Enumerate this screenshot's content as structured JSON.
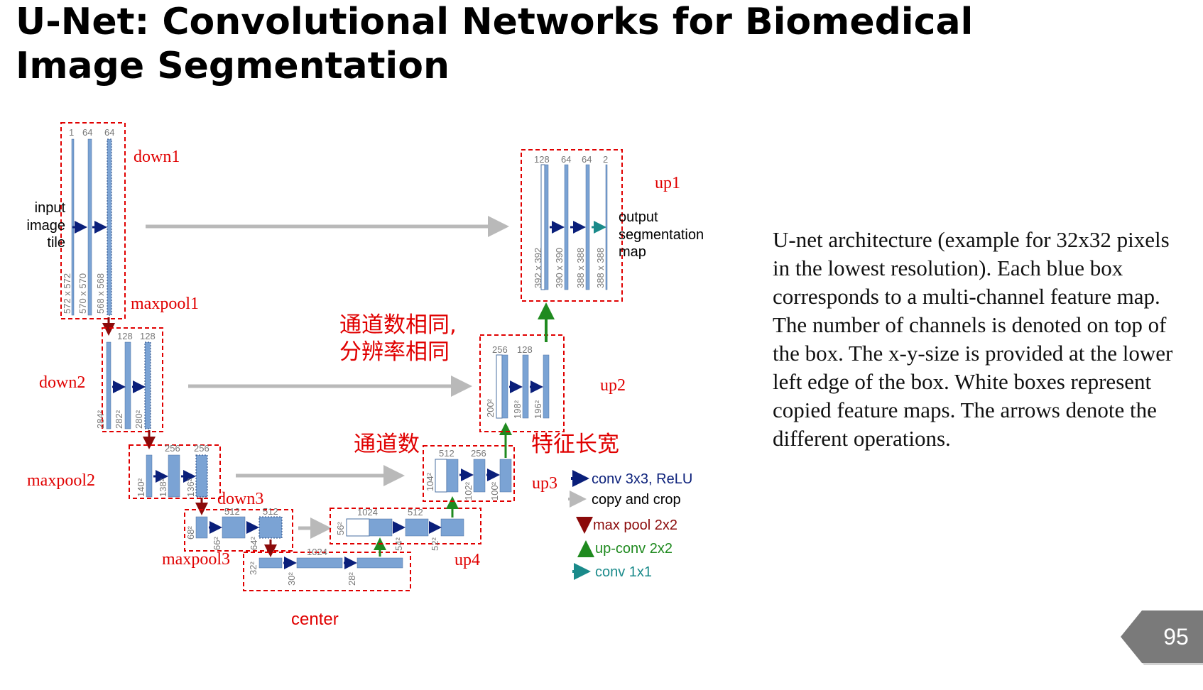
{
  "title": "U-Net: Convolutional Networks for Biomedical Image Segmentation",
  "description": "U-net architecture (example for 32x32 pixels in the lowest resolution). Each blue box corresponds to a multi-channel feature map. The number of channels is denoted on top of the box. The x-y-size is provided at the lower left edge of the box. White boxes represent copied feature maps. The arrows denote the different operations.",
  "page_number": "95",
  "colors": {
    "feature_map": "#7ba3d4",
    "conv_arrow": "#0a1f7a",
    "copy_arrow": "#b9b9b9",
    "pool_arrow": "#8b0a0a",
    "upconv_arrow": "#1f8a1f",
    "conv1x1_arrow": "#1a8a8a",
    "annotation_red": "#e00000"
  },
  "diagram": {
    "input_label": [
      "input",
      "image",
      "tile"
    ],
    "output_label": [
      "output",
      "segmentation",
      "map"
    ],
    "channels": {
      "down1": [
        "1",
        "64",
        "64"
      ],
      "down2": [
        "128",
        "128"
      ],
      "down3": [
        "256",
        "256"
      ],
      "down4": [
        "512",
        "512"
      ],
      "center": [
        "1024"
      ],
      "up4": [
        "1024",
        "512"
      ],
      "up3": [
        "512",
        "256"
      ],
      "up2": [
        "256",
        "128"
      ],
      "up1": [
        "128",
        "64",
        "64",
        "2"
      ]
    },
    "sizes": {
      "down1": [
        "572 x 572",
        "570 x 570",
        "568 x 568"
      ],
      "down2": [
        "284²",
        "282²",
        "280²"
      ],
      "down3": [
        "140²",
        "138²",
        "136²"
      ],
      "down4": [
        "68²",
        "66²",
        "64²"
      ],
      "center": [
        "32²",
        "30²",
        "28²"
      ],
      "up4": [
        "56²",
        "54²",
        "52²"
      ],
      "up3": [
        "104²",
        "102²",
        "100²"
      ],
      "up2": [
        "200²",
        "198²",
        "196²"
      ],
      "up1": [
        "392 x 392",
        "390 x 390",
        "388 x 388",
        "388 x 388"
      ]
    },
    "region_labels": {
      "down1": "down1",
      "maxpool1": "maxpool1",
      "down2": "down2",
      "maxpool2": "maxpool2",
      "down3": "down3",
      "maxpool3": "maxpool3",
      "center": "center",
      "up4": "up4",
      "up3": "up3",
      "up2": "up2",
      "up1": "up1"
    },
    "annotations": {
      "same_channels_line1": "通道数相同,",
      "same_channels_line2": "分辨率相同",
      "channel_count": "通道数",
      "feature_size": "特征长宽"
    },
    "legend": [
      {
        "label": "conv 3x3, ReLU",
        "icon": "arrow-right-navy"
      },
      {
        "label": "copy and crop",
        "icon": "arrow-right-gray"
      },
      {
        "label": "max pool 2x2",
        "icon": "arrow-down-darkred"
      },
      {
        "label": "up-conv 2x2",
        "icon": "arrow-up-green"
      },
      {
        "label": "conv 1x1",
        "icon": "arrow-right-teal"
      }
    ]
  }
}
